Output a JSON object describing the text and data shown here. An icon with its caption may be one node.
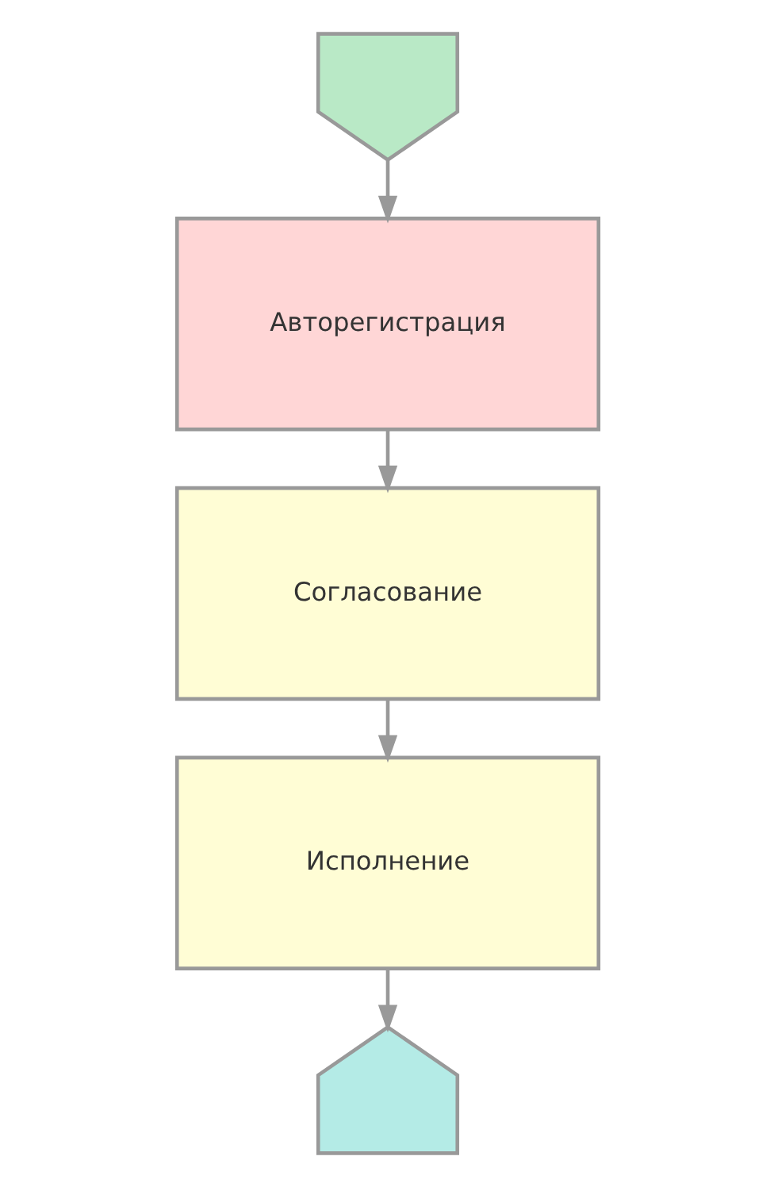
{
  "diagram": {
    "nodes": [
      {
        "text": [],
        "shape": "pentagon"
      },
      {
        "text": [
          "Авторегистрация"
        ]
      },
      {
        "text": [
          "Согласование"
        ]
      },
      {
        "text": [
          "Исполнение"
        ]
      },
      {
        "text": [],
        "shape": "pentagon"
      }
    ],
    "edges": [
      {
        "from": 0,
        "to": 1,
        "arrow": "to"
      },
      {
        "from": 1,
        "to": 2,
        "arrow": "to"
      },
      {
        "from": 2,
        "to": 3,
        "arrow": "to"
      },
      {
        "from": 3,
        "to": 4,
        "arrow": "to"
      }
    ]
  }
}
